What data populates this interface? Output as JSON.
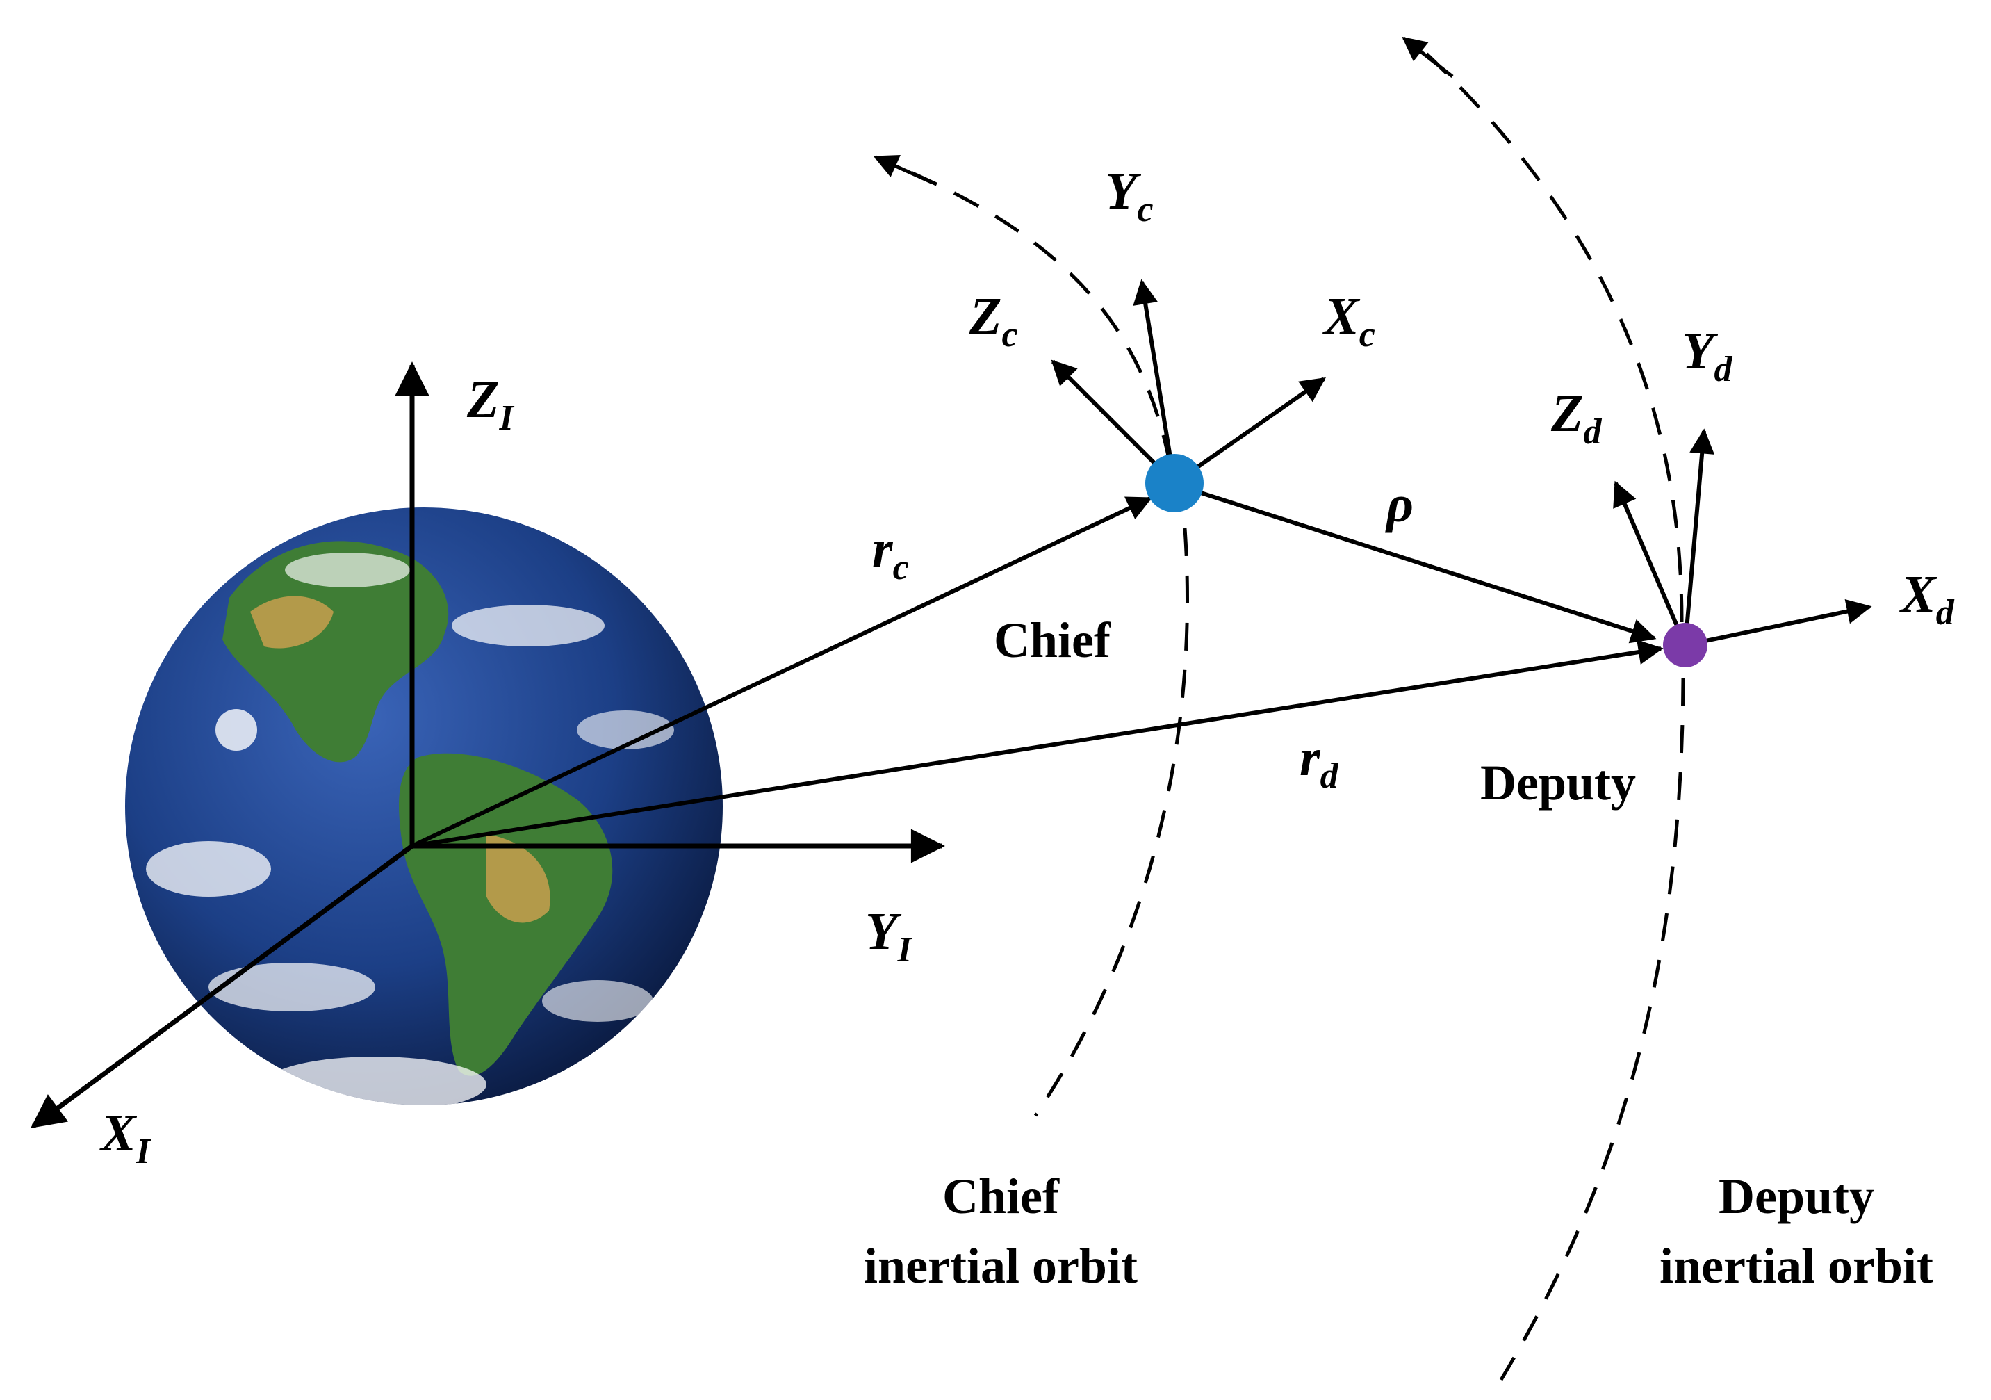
{
  "diagram": {
    "colors": {
      "line": "#000000",
      "chief_dot": "#1a82c8",
      "deputy_dot": "#7b3aa8",
      "ocean": "#1c3f86",
      "land": "#3f7d35"
    },
    "inertial_axes": {
      "z": {
        "main": "Z",
        "sub": "I"
      },
      "y": {
        "main": "Y",
        "sub": "I"
      },
      "x": {
        "main": "X",
        "sub": "I"
      }
    },
    "chief_axes": {
      "y": {
        "main": "Y",
        "sub": "c"
      },
      "z": {
        "main": "Z",
        "sub": "c"
      },
      "x": {
        "main": "X",
        "sub": "c"
      }
    },
    "deputy_axes": {
      "y": {
        "main": "Y",
        "sub": "d"
      },
      "z": {
        "main": "Z",
        "sub": "d"
      },
      "x": {
        "main": "X",
        "sub": "d"
      }
    },
    "vectors": {
      "rc": {
        "main": "r",
        "sub": "c"
      },
      "rd": {
        "main": "r",
        "sub": "d"
      },
      "rho": "ρ"
    },
    "labels": {
      "chief": "Chief",
      "deputy": "Deputy",
      "chief_orbit_line1": "Chief",
      "chief_orbit_line2": "inertial orbit",
      "deputy_orbit_line1": "Deputy",
      "deputy_orbit_line2": "inertial orbit"
    },
    "icons": {
      "earth": "earth-globe-icon"
    }
  }
}
